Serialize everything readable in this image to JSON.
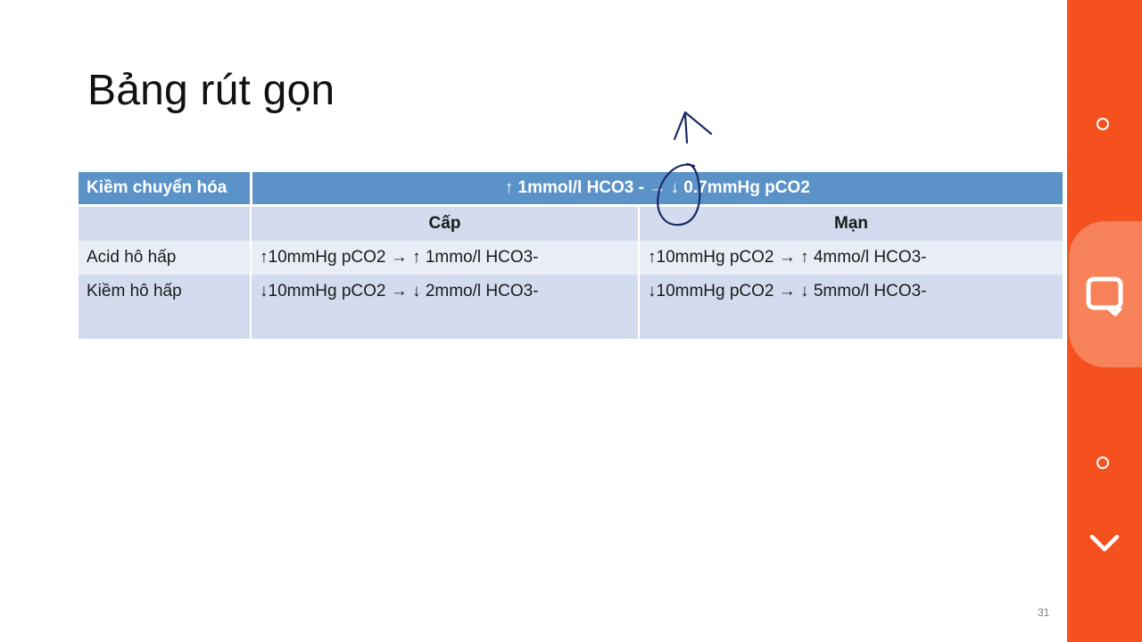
{
  "slide": {
    "title": "Bảng rút gọn",
    "page_number": "31",
    "table": {
      "header_label": "Kiềm chuyển hóa",
      "header_rule": "↑ 1mmol/l HCO3 - → ↓ 0.7mmHg pCO2",
      "col_acute": "Cấp",
      "col_chronic": "Mạn",
      "rows": [
        {
          "label": "Acid hô hấp",
          "acute": "↑10mmHg pCO2 → ↑ 1mmo/l HCO3-",
          "chronic": "↑10mmHg pCO2 → ↑ 4mmo/l HCO3-"
        },
        {
          "label": "Kiềm hô hấp",
          "acute": "↓10mmHg pCO2 → ↓ 2mmo/l HCO3-",
          "chronic": "↓10mmHg pCO2 → ↓ 5mmo/l HCO3-"
        }
      ]
    }
  },
  "sidebar": {
    "color": "#f4511e",
    "active_color": "#f7825a",
    "icons": [
      "circle-icon",
      "chat-square-icon",
      "circle-icon",
      "chevron-down-icon"
    ]
  }
}
